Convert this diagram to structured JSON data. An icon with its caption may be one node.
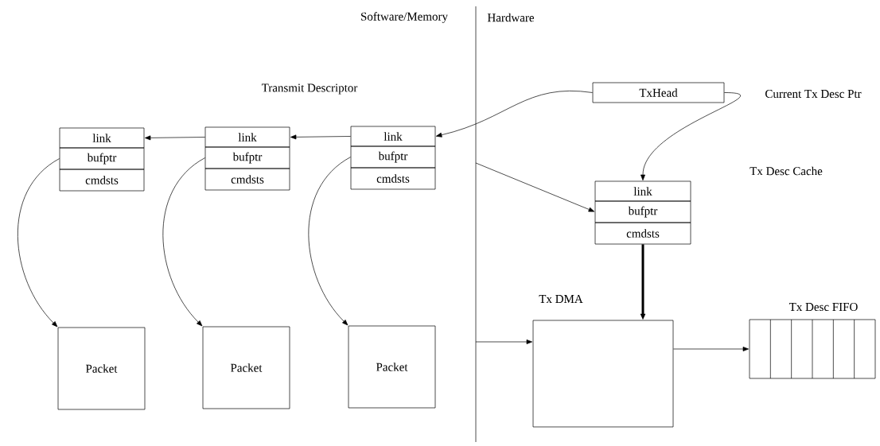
{
  "diagram": {
    "nodes": [
      {
        "text": [
          "TxHead"
        ]
      },
      {
        "text": [
          "link"
        ]
      },
      {
        "text": [
          "bufptr"
        ]
      },
      {
        "text": [
          "cmdsts"
        ]
      },
      {
        "text": [
          "link"
        ]
      },
      {
        "text": [
          "bufptr"
        ]
      },
      {
        "text": [
          "cmdsts"
        ]
      },
      {
        "text": [
          "link"
        ]
      },
      {
        "text": [
          "bufptr"
        ]
      },
      {
        "text": [
          "cmdsts"
        ]
      },
      {
        "text": [
          "link"
        ]
      },
      {
        "text": [
          "bufptr"
        ]
      },
      {
        "text": [
          "cmdsts"
        ]
      },
      {
        "text": [
          "Packet"
        ]
      },
      {
        "text": [
          "Packet"
        ]
      },
      {
        "text": [
          "Packet"
        ]
      },
      {
        "text": [
          "Tx DMA"
        ]
      },
      {
        "text": [
          "Tx Desc FIFO"
        ]
      }
    ],
    "edges": [
      {
        "from": 0,
        "to": 7,
        "arrow": "to"
      },
      {
        "from": 0,
        "to": 10,
        "arrow": "to"
      },
      {
        "from": 7,
        "to": 4,
        "arrow": "to"
      },
      {
        "from": 4,
        "to": 1,
        "arrow": "to"
      },
      {
        "from": 2,
        "to": 13,
        "arrow": "to"
      },
      {
        "from": 5,
        "to": 14,
        "arrow": "to"
      },
      {
        "from": 8,
        "to": 15,
        "arrow": "to"
      },
      {
        "from": null,
        "to": 11,
        "arrow": "to"
      },
      {
        "from": 12,
        "to": 16,
        "arrow": "to",
        "style": "thick"
      },
      {
        "from": null,
        "to": 16,
        "arrow": "to"
      },
      {
        "from": 16,
        "to": 17,
        "arrow": "to"
      }
    ],
    "labels": [
      "Software/Memory",
      "Hardware",
      "Transmit Descriptor",
      "Current Tx Desc Ptr",
      "Tx Desc Cache"
    ]
  }
}
